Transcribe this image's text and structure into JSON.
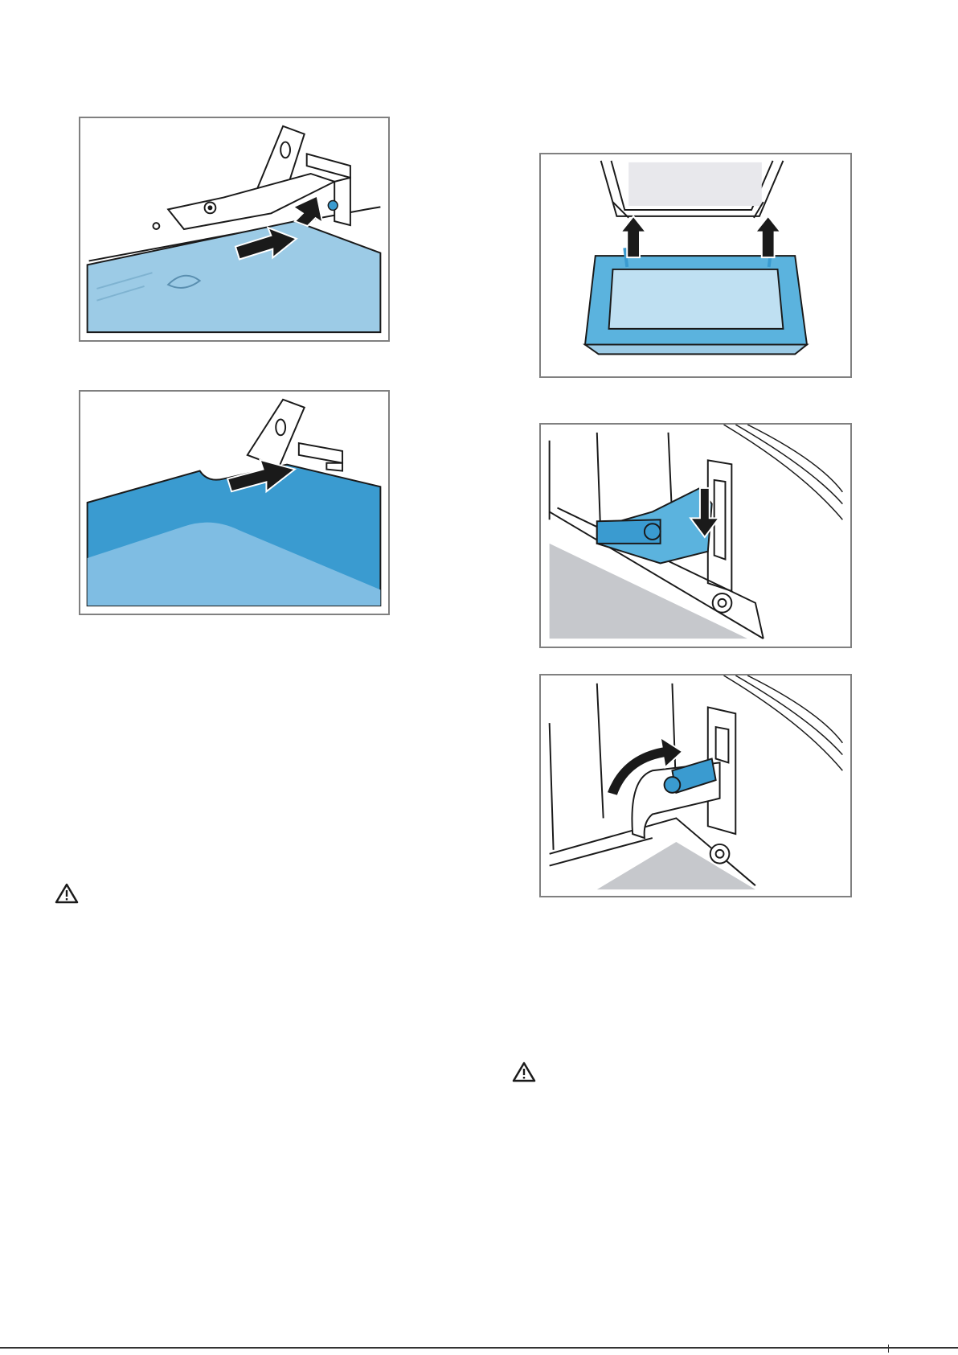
{
  "colors": {
    "frame": "#808080",
    "ink": "#1a1a1a",
    "light_blue": "#9ccbe6",
    "mid_blue": "#5bb3de",
    "dark_blue": "#3a9bd0",
    "glass": "#e8e8ec",
    "grey": "#c6c8cc"
  },
  "figures": [
    {
      "name": "figure-slide-panel-with-hinge",
      "icons": [
        "arrow-right-icon",
        "arrow-left-icon"
      ]
    },
    {
      "name": "figure-panel-under-hinge",
      "icons": [
        "arrow-right-icon"
      ]
    },
    {
      "name": "figure-lift-door-glass",
      "icons": [
        "arrow-up-icon",
        "arrow-up-icon"
      ]
    },
    {
      "name": "figure-hinge-lever-down",
      "icons": [
        "arrow-down-icon"
      ]
    },
    {
      "name": "figure-hinge-lever-rotate",
      "icons": [
        "curved-arrow-icon"
      ]
    }
  ],
  "warnings": [
    {
      "icon": "warning-triangle-icon"
    },
    {
      "icon": "warning-triangle-icon"
    }
  ]
}
